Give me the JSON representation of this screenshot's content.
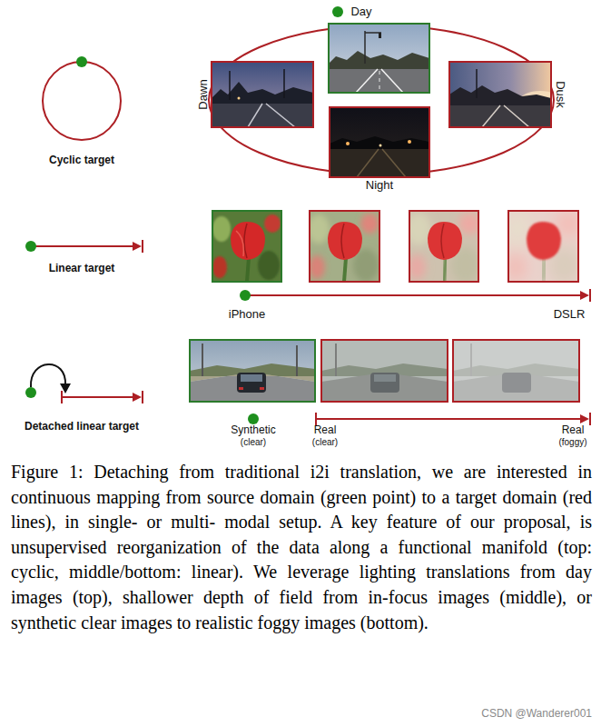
{
  "diagram": {
    "caption": "Figure 1: Detaching from traditional i2i translation, we are interested in continuous mapping from source domain (green point) to a target domain (red lines), in single- or multi- modal setup. A key feature of our proposal, is unsupervised reorganization of the data along a functional manifold (top: cyclic, middle/bottom: linear). We leverage lighting translations from day images (top), shallower depth of field from in-focus images (middle), or synthetic clear images to realistic foggy images (bottom).",
    "labels": [
      "Day",
      "Dawn",
      "Dusk",
      "Cyclic target",
      "Night",
      "Linear target",
      "iPhone",
      "DSLR",
      "Detached linear target",
      "Synthetic",
      "(clear)",
      "Real",
      "(clear)",
      "Real",
      "(foggy)",
      "CSDN @Wanderer001"
    ]
  }
}
